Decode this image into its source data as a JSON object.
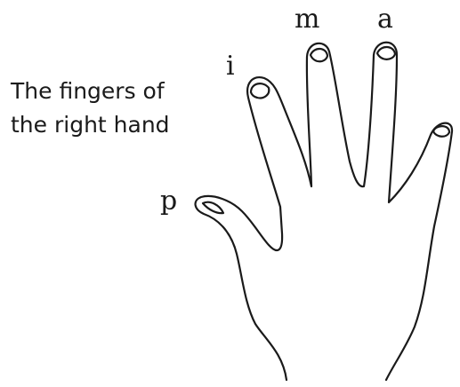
{
  "caption": {
    "line1": "The fingers of",
    "line2": "the right hand"
  },
  "finger_labels": {
    "thumb": "p",
    "index": "i",
    "middle": "m",
    "ring": "a"
  },
  "colors": {
    "ink": "#1a1a1a",
    "background": "#ffffff"
  }
}
